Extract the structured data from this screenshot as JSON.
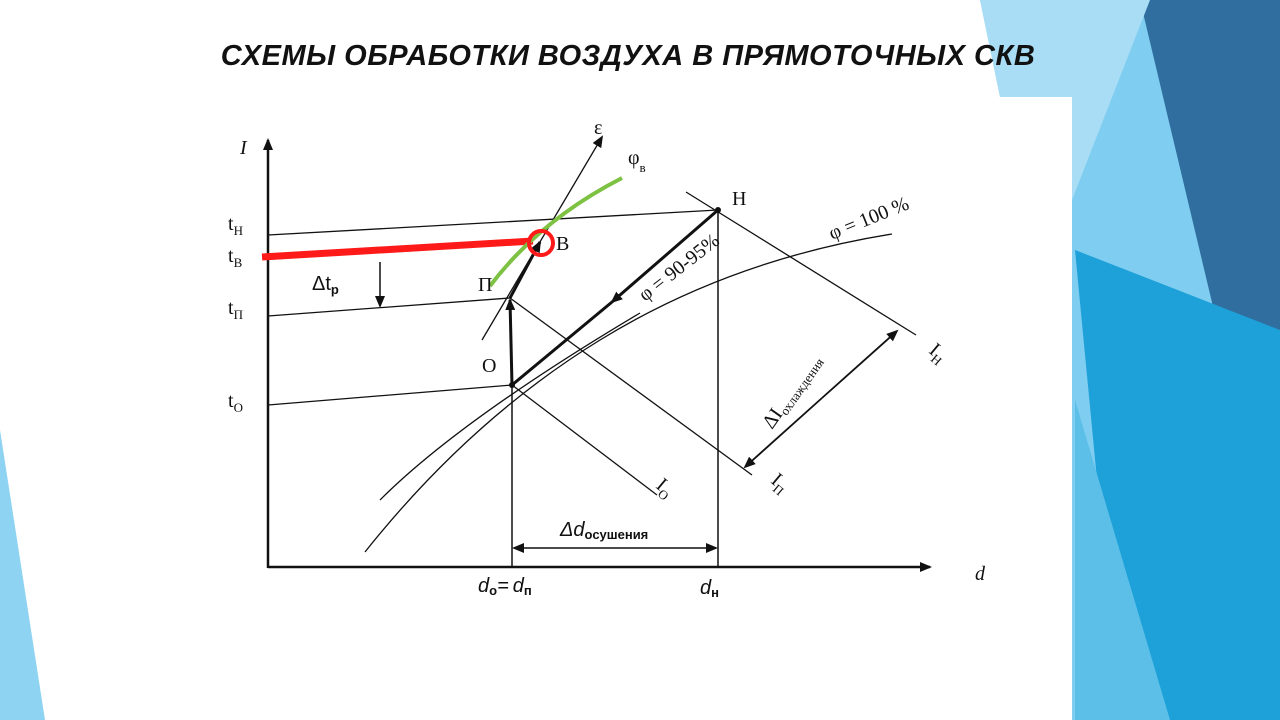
{
  "slide": {
    "title": "СХЕМЫ ОБРАБОТКИ ВОЗДУХА В ПРЯМОТОЧНЫХ СКВ"
  },
  "diagram": {
    "axis_y_label": "I",
    "axis_x_label": "d",
    "temps": {
      "tH": {
        "main": "t",
        "sub": "H"
      },
      "tB": {
        "main": "t",
        "sub": "B"
      },
      "tP": {
        "main": "t",
        "sub": "П"
      },
      "tO": {
        "main": "t",
        "sub": "O"
      }
    },
    "points": {
      "H": "H",
      "B": "B",
      "P": "П",
      "O": "O"
    },
    "epsilon": "ε",
    "phi_b": {
      "main": "φ",
      "sub": "в"
    },
    "phi_90": "φ = 90-95%",
    "phi_100": "φ = 100 %",
    "delta_t": {
      "main": "Δt",
      "sub": "р"
    },
    "delta_i": {
      "main": "ΔI",
      "sub": "охлаждения"
    },
    "delta_d": {
      "main": "Δd",
      "sub": "осушения"
    },
    "I_H": {
      "main": "I",
      "sub": "H"
    },
    "I_P": {
      "main": "I",
      "sub": "П"
    },
    "I_O": {
      "main": "I",
      "sub": "O"
    },
    "d_o": {
      "main": "d",
      "sub": "о"
    },
    "d_eq": "=",
    "d_p": {
      "main": "d",
      "sub": "п"
    },
    "d_n": {
      "main": "d",
      "sub": "н"
    },
    "colors": {
      "highlight_line": "#ff1a1a",
      "phi_b_curve": "#7dc242",
      "accent_blue": "#1e88c8"
    }
  }
}
